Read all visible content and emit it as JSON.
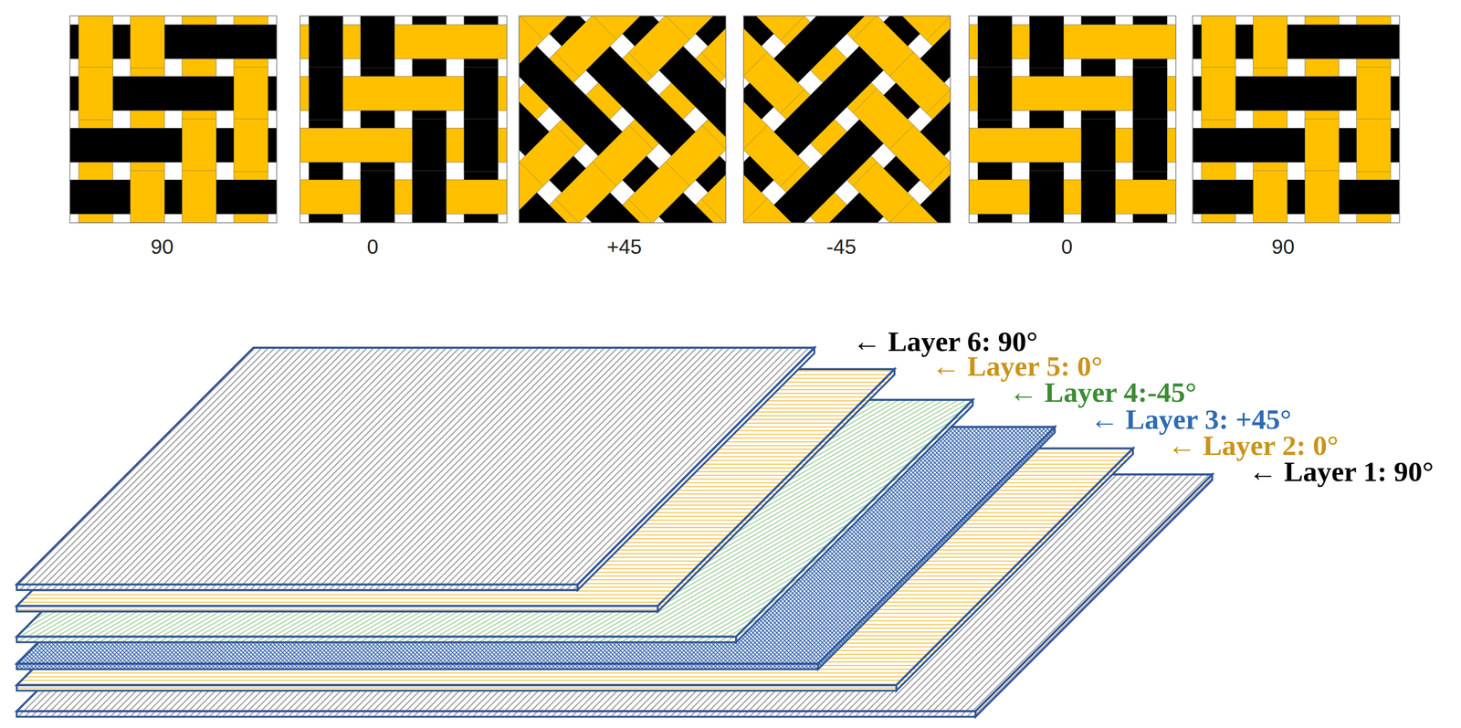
{
  "diagram": {
    "labels": [
      "90",
      "0",
      "+45",
      "-45",
      "0",
      "90",
      "← Layer 6: 90°",
      "← Layer 5: 0°",
      "← Layer 4:-45°",
      "← Layer 3: +45°",
      "← Layer 2: 0°",
      "← Layer 1: 90°"
    ]
  }
}
